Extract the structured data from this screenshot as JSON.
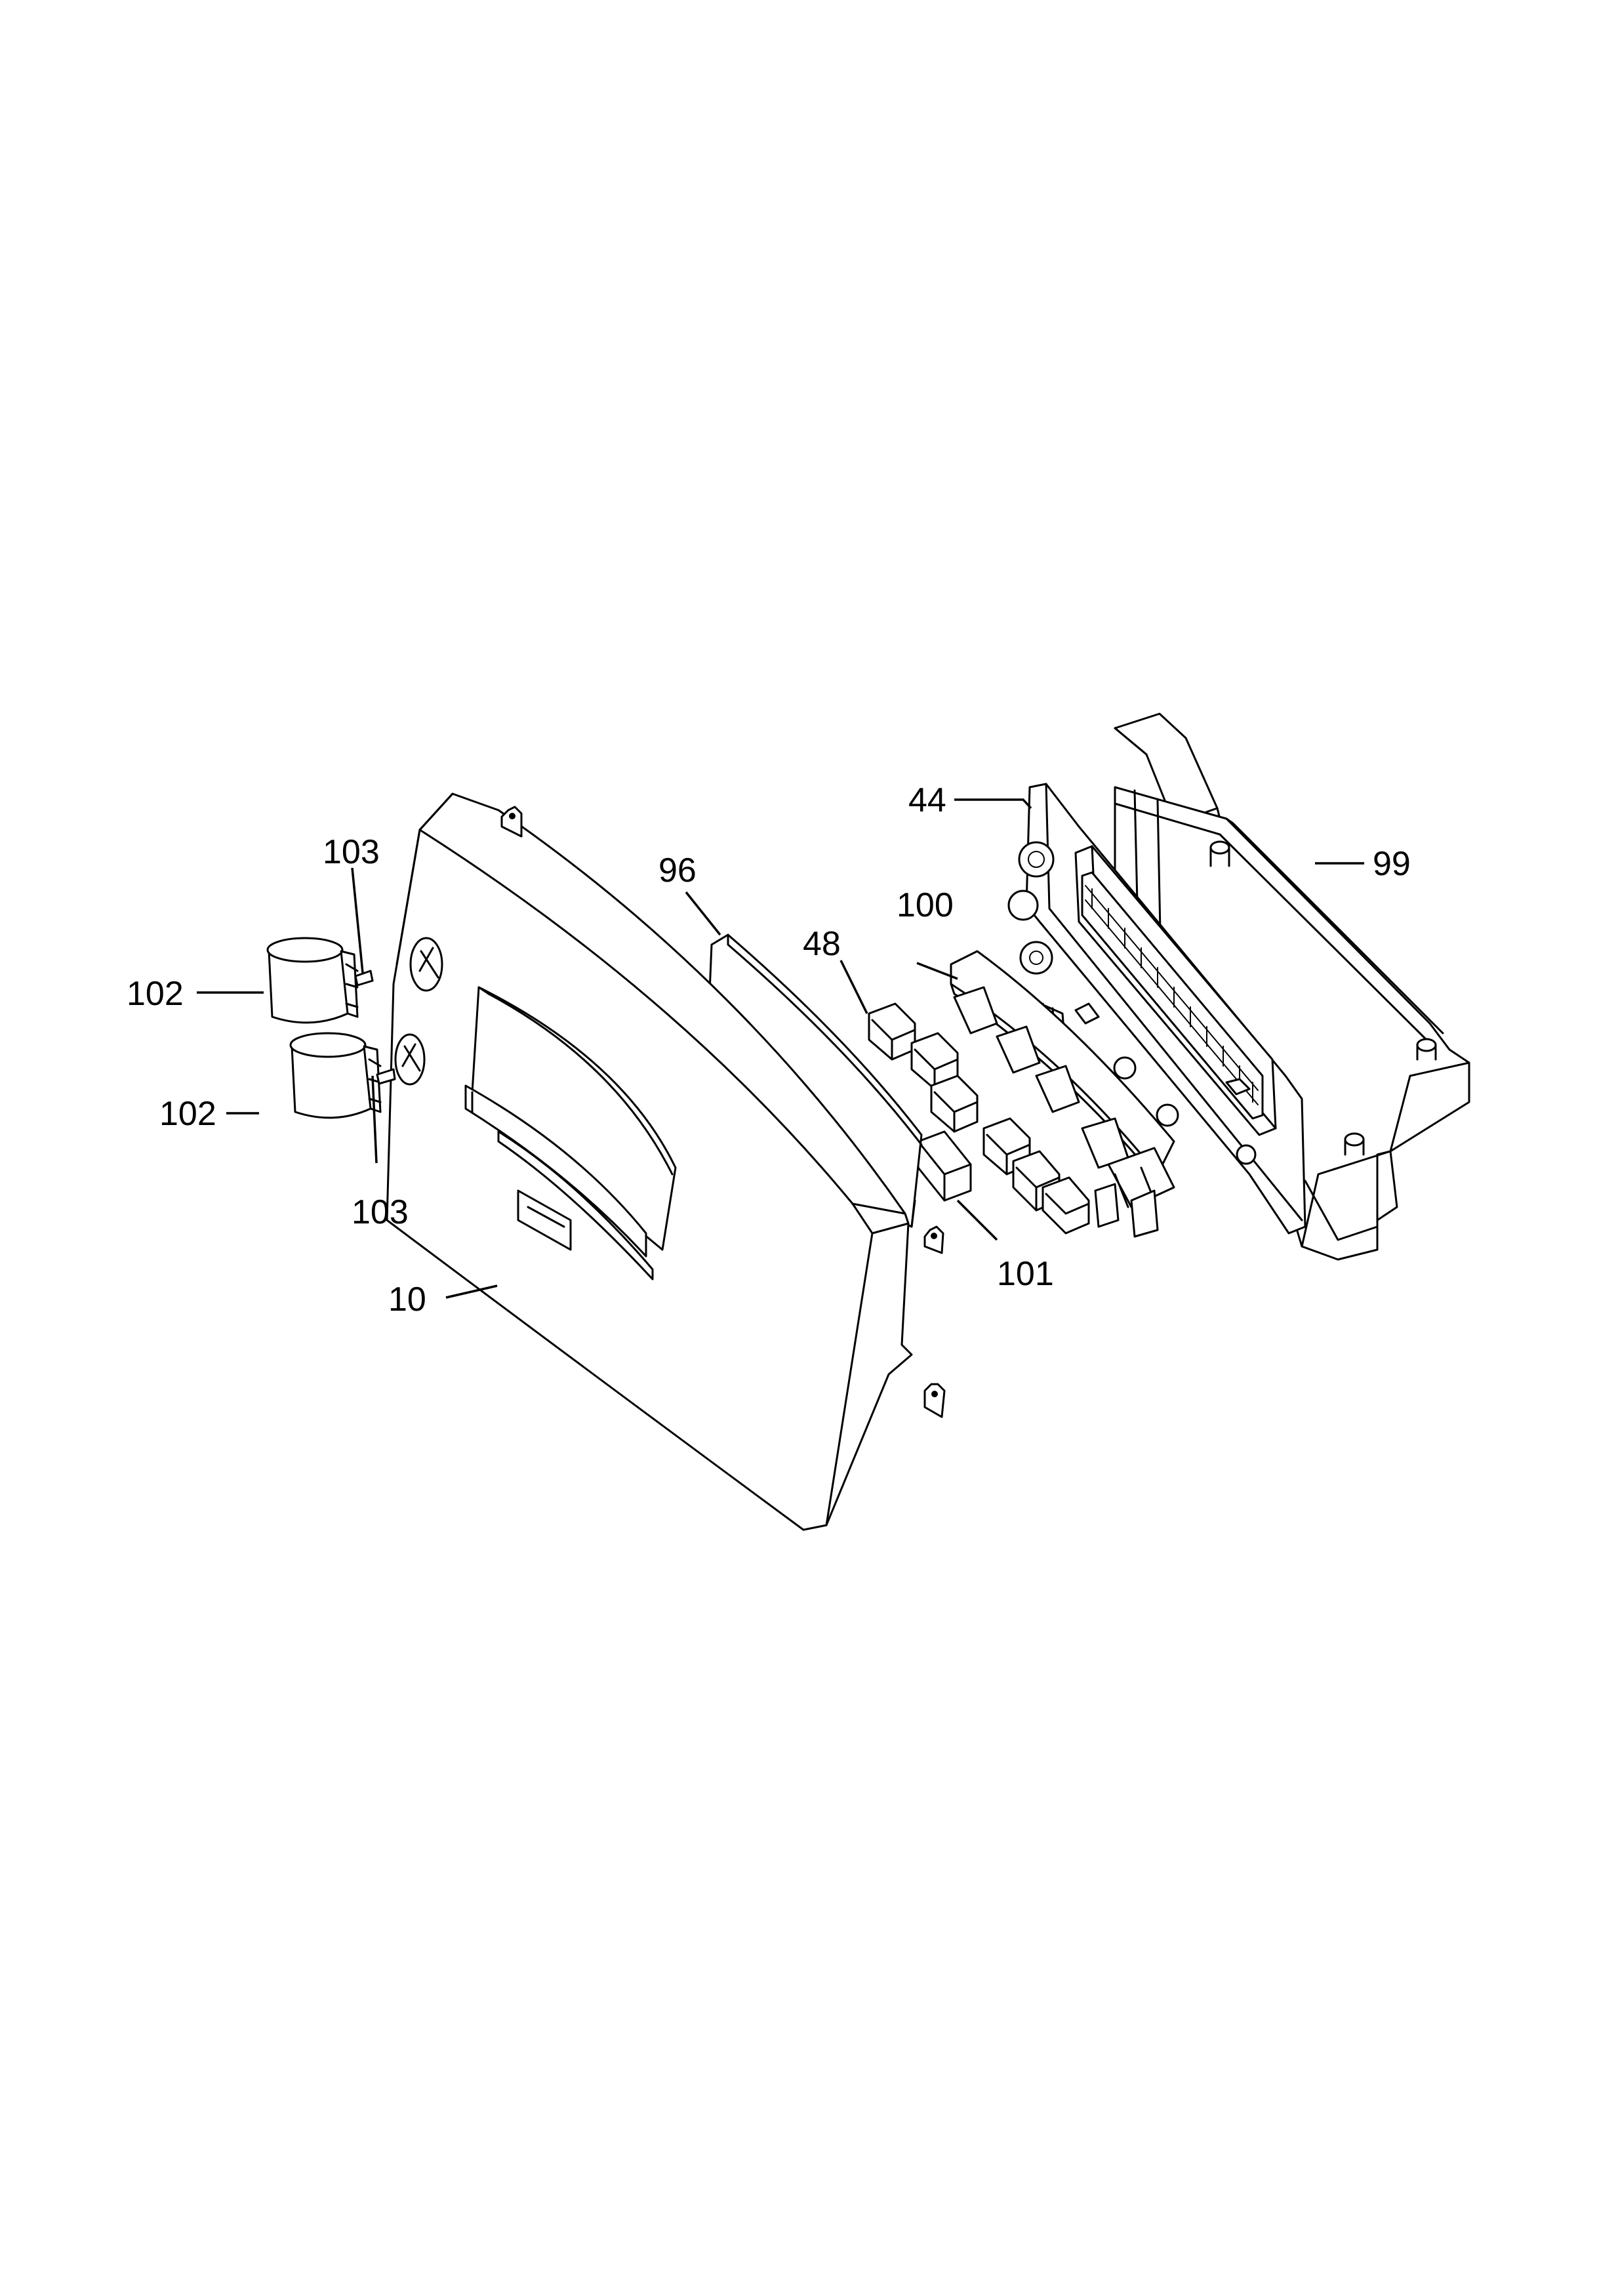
{
  "callouts": {
    "front_panel": "10",
    "circuit_board": "44",
    "buttons": "48",
    "display_window": "96",
    "housing": "99",
    "membrane": "100",
    "light_guide": "101",
    "knob_upper": "102",
    "knob_lower": "102",
    "shaft_upper": "103",
    "shaft_lower": "103"
  }
}
